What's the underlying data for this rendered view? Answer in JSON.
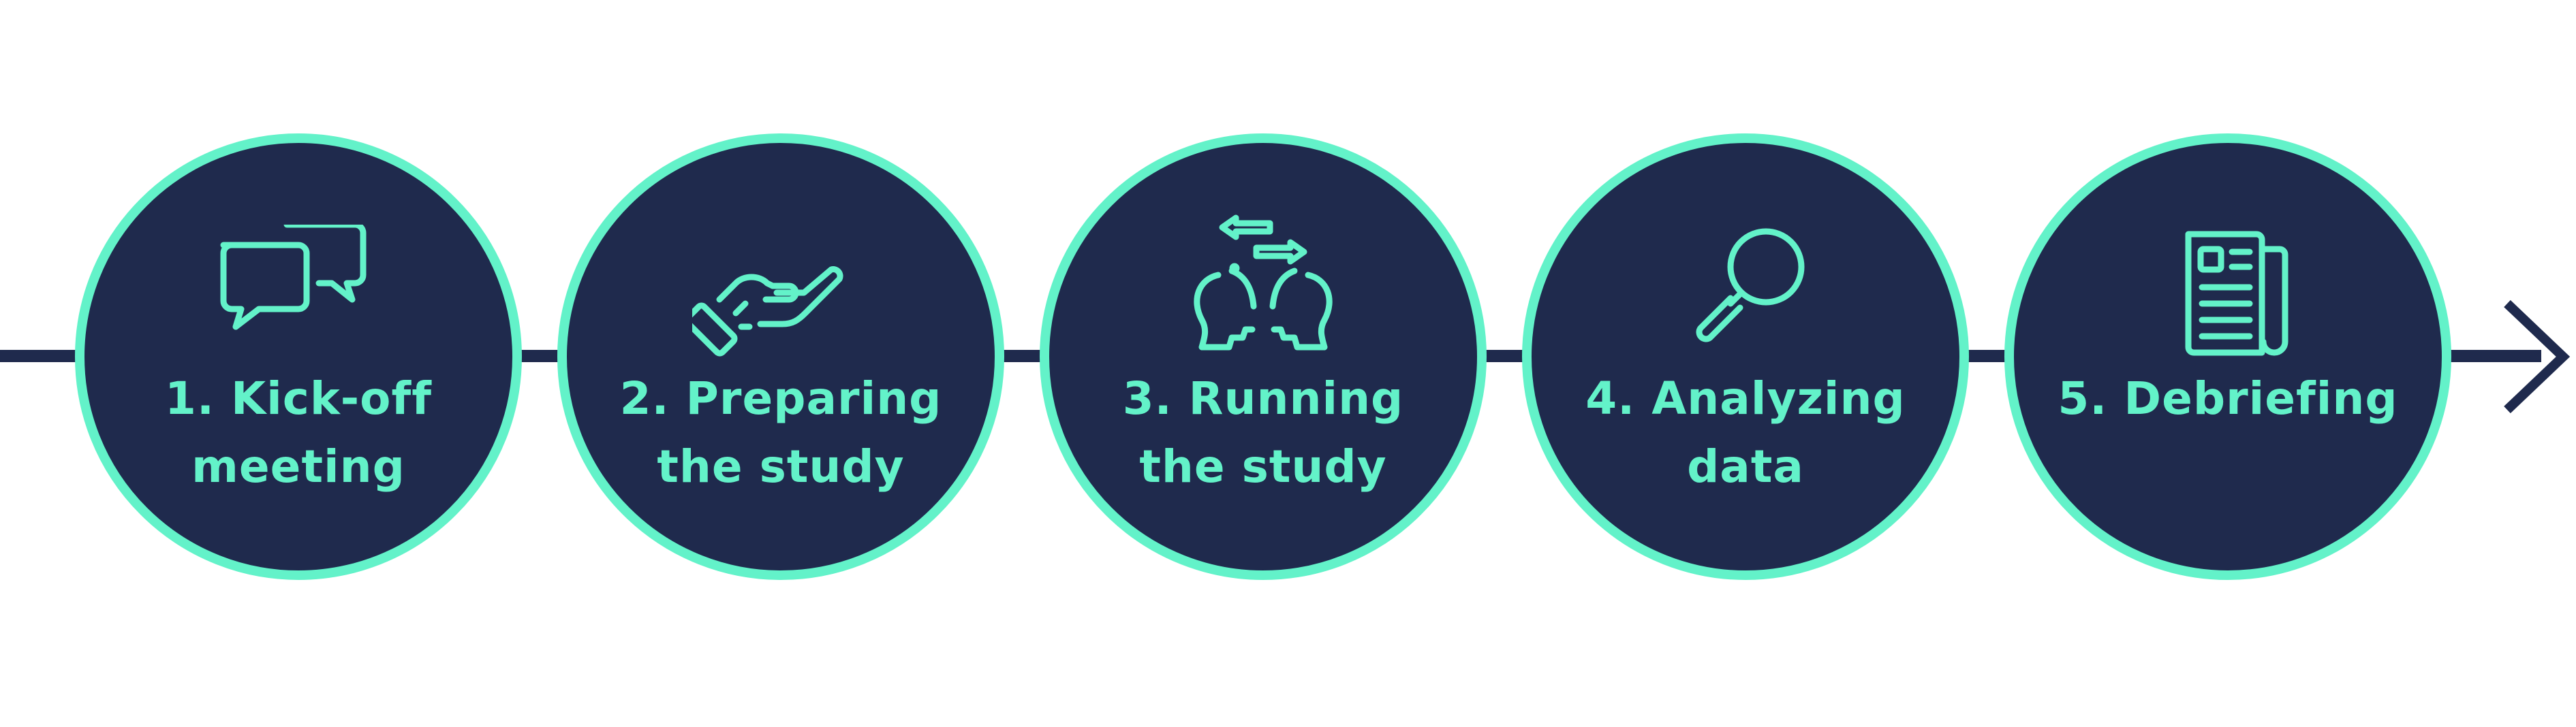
{
  "colors": {
    "background": "#ffffff",
    "navy": "#1f2a4d",
    "mint": "#63f2c9"
  },
  "steps": [
    {
      "lines": [
        "1. Kick-off",
        "meeting"
      ],
      "icon": "chat-bubbles-icon"
    },
    {
      "lines": [
        "2. Preparing",
        "the study"
      ],
      "icon": "hand-checkmark-icon"
    },
    {
      "lines": [
        "3. Running",
        "the study"
      ],
      "icon": "two-heads-exchange-icon"
    },
    {
      "lines": [
        "4. Analyzing",
        "data"
      ],
      "icon": "magnifier-icon"
    },
    {
      "lines": [
        "5. Debriefing"
      ],
      "icon": "newspaper-icon"
    }
  ]
}
